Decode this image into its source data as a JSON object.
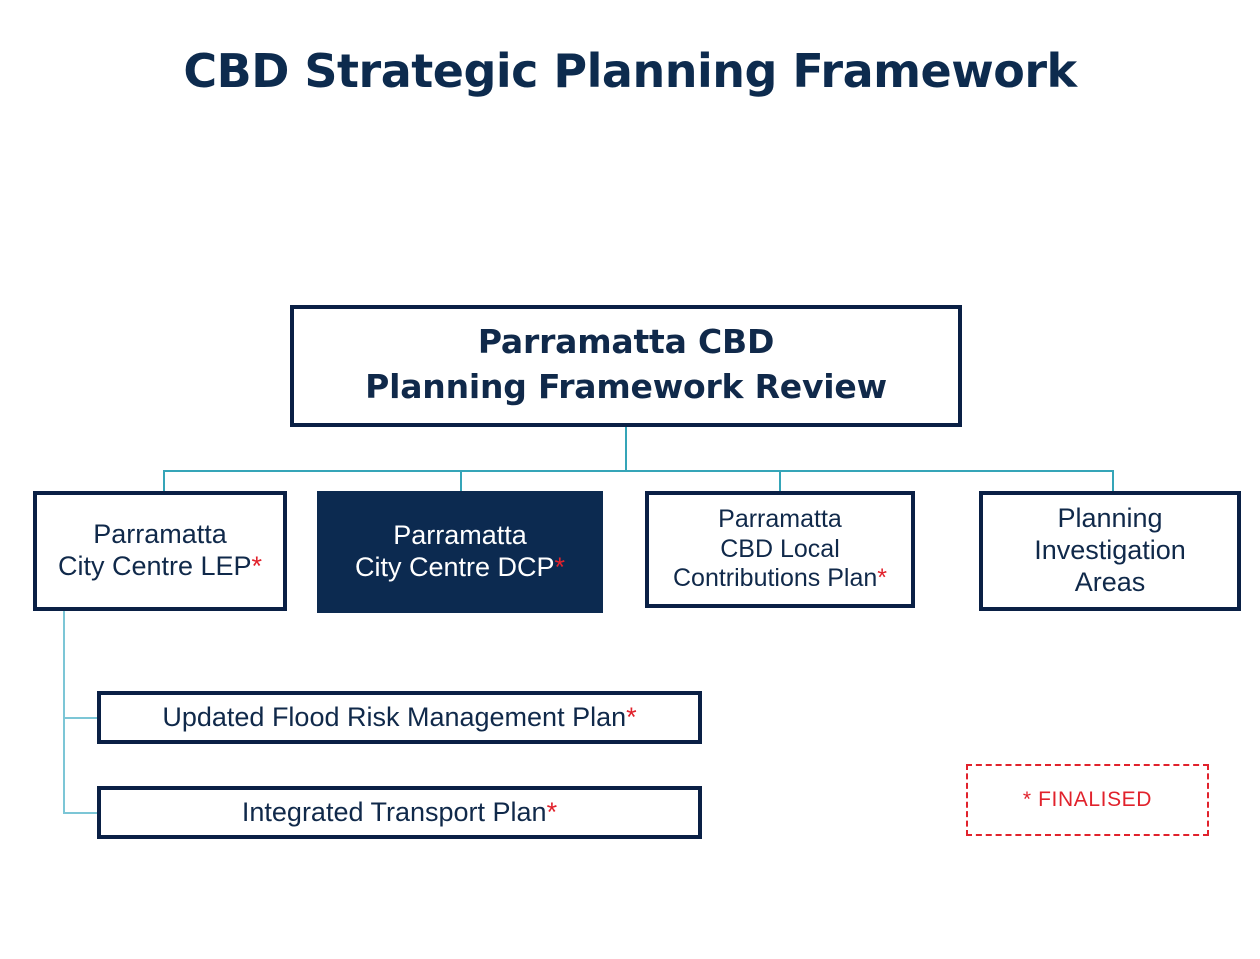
{
  "page": {
    "title": "CBD Strategic Planning Framework",
    "background": "#ffffff",
    "navy": "#0a2045",
    "navy_fill": "#0c2a50",
    "text_navy": "#10294a",
    "accent_red": "#e1222c",
    "connector_teal": "#35a5b8"
  },
  "diagram": {
    "type": "organization-chart",
    "root": {
      "id": "parramatta-cbd-planning-framework-review",
      "line1": "Parramatta CBD",
      "line2": "Planning Framework Review",
      "style": "outlined-bold",
      "finalised": false
    },
    "children": [
      {
        "id": "parramatta-city-centre-lep",
        "line1": "Parramatta",
        "line2": "City Centre LEP",
        "asterisk": "*",
        "style": "outlined",
        "finalised": true
      },
      {
        "id": "parramatta-city-centre-dcp",
        "line1": "Parramatta",
        "line2": "City Centre DCP",
        "asterisk": "*",
        "style": "filled-navy",
        "finalised": true
      },
      {
        "id": "parramatta-cbd-local-contributions-plan",
        "line1": "Parramatta",
        "line2": "CBD Local",
        "line3": "Contributions  Plan",
        "asterisk": "*",
        "style": "outlined",
        "finalised": true
      },
      {
        "id": "planning-investigation-areas",
        "line1": "Planning",
        "line2": "Investigation",
        "line3": "Areas",
        "asterisk": "",
        "style": "outlined",
        "finalised": false
      }
    ],
    "sub_children": [
      {
        "id": "updated-flood-risk-management-plan",
        "parent": "parramatta-city-centre-lep",
        "label": "Updated Flood Risk Management Plan",
        "asterisk": "*",
        "style": "outlined",
        "finalised": true
      },
      {
        "id": "integrated-transport-plan",
        "parent": "parramatta-city-centre-lep",
        "label": "Integrated Transport Plan",
        "asterisk": "*",
        "style": "outlined",
        "finalised": true
      }
    ],
    "legend": {
      "symbol": "*",
      "label": "FINALISED",
      "full_text": "* FINALISED",
      "border": "dashed-red"
    }
  }
}
